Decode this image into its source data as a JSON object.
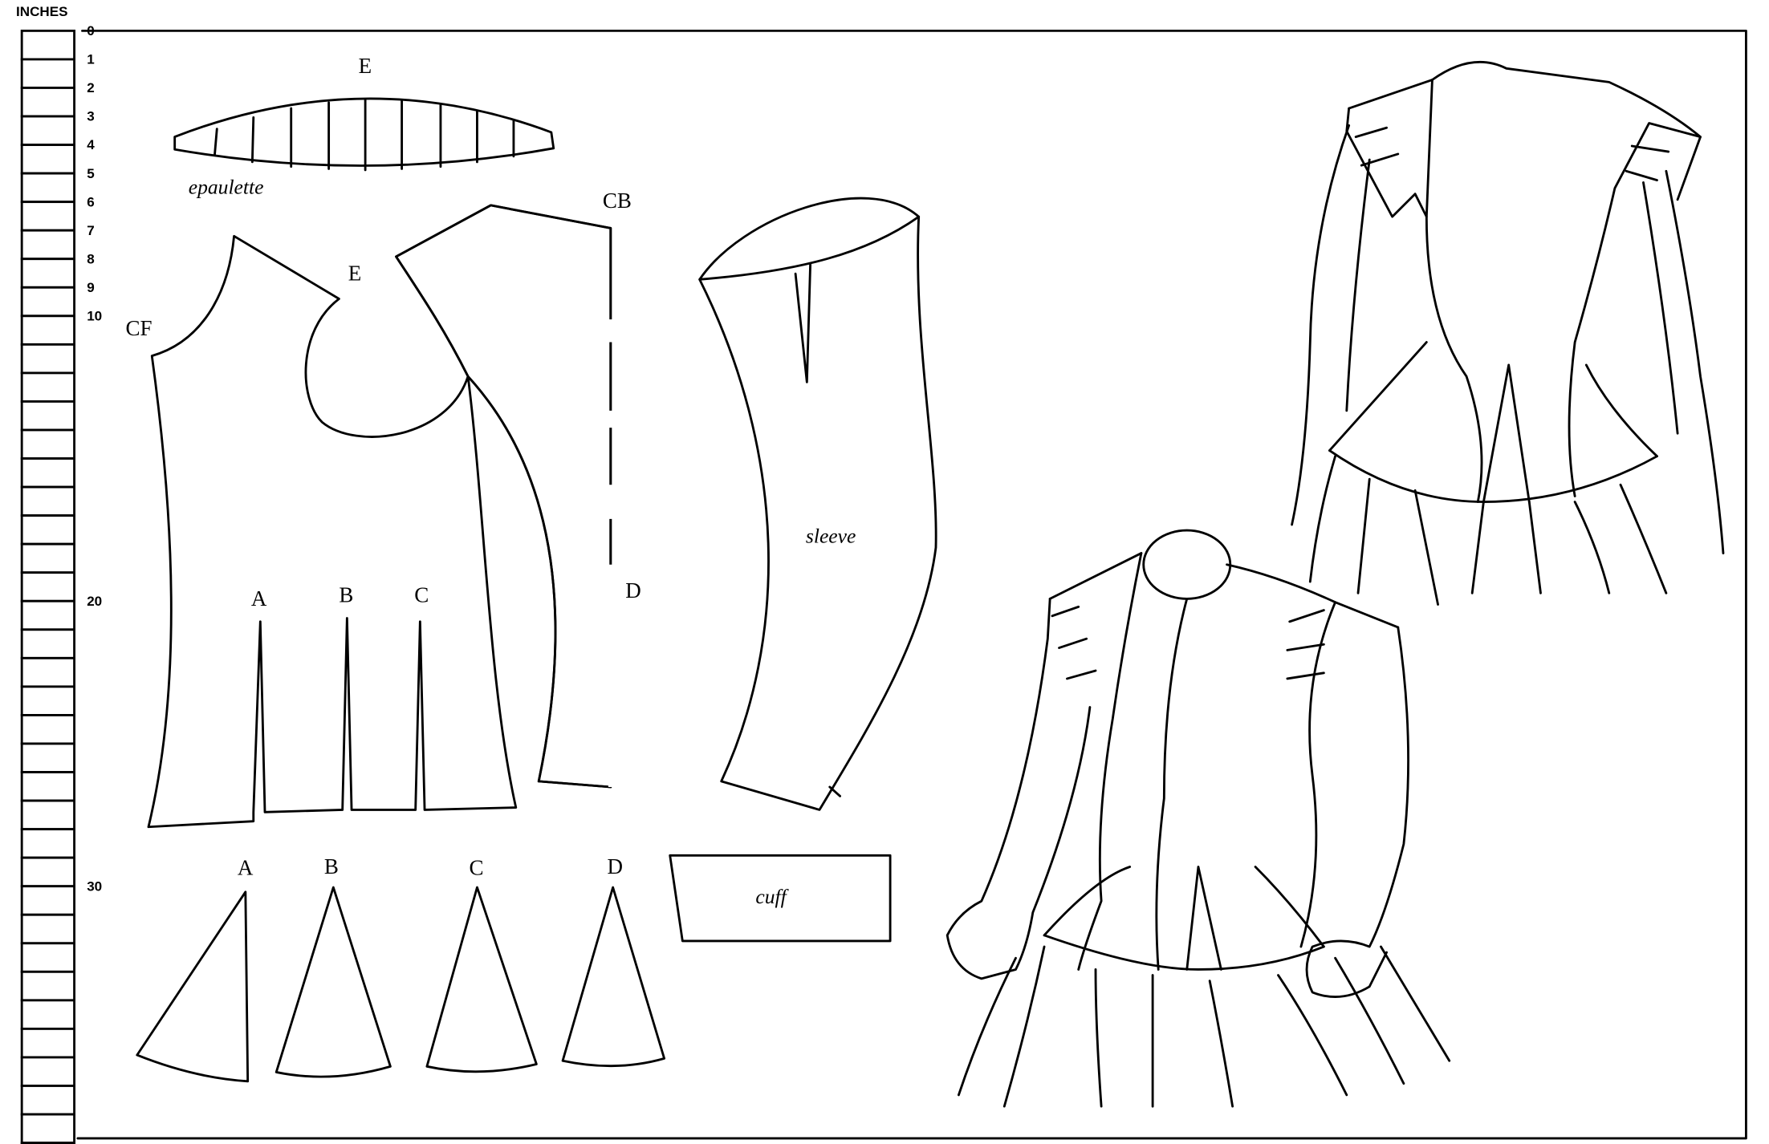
{
  "ruler": {
    "unit_label": "INCHES",
    "ticks": [
      "0",
      "1",
      "2",
      "3",
      "4",
      "5",
      "6",
      "7",
      "8",
      "9",
      "10",
      "20",
      "30"
    ]
  },
  "pattern_pieces": {
    "epaulette": {
      "name": "epaulette",
      "mark": "E"
    },
    "front": {
      "cf": "CF",
      "mark": "E",
      "darts": [
        "A",
        "B",
        "C"
      ]
    },
    "back": {
      "cb": "CB",
      "mark": "D"
    },
    "sleeve": {
      "name": "sleeve"
    },
    "cuff": {
      "name": "cuff"
    },
    "gores": [
      "A",
      "B",
      "C",
      "D"
    ]
  }
}
